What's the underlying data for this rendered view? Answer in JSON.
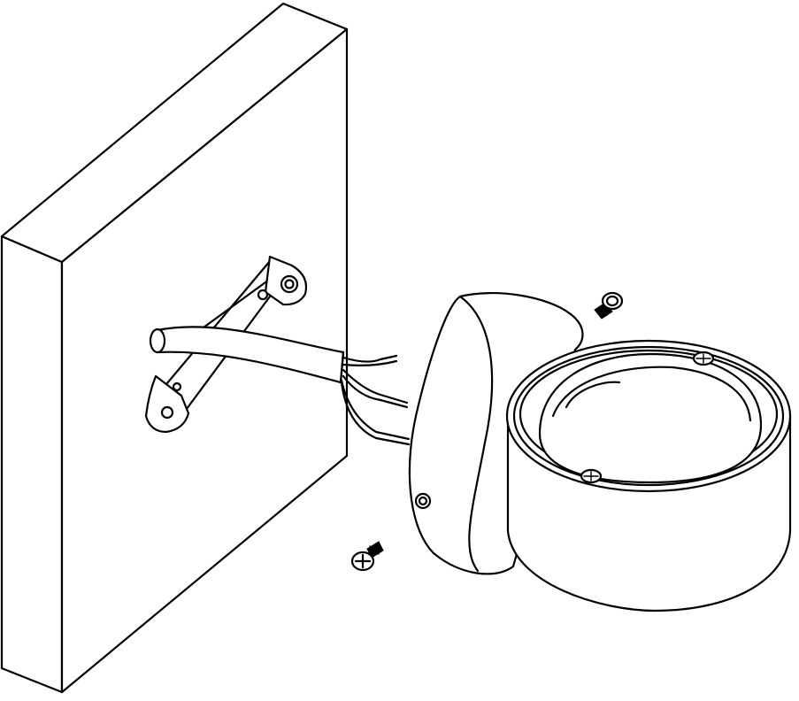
{
  "figure": {
    "kind": "installation-diagram",
    "stroke_color": "#000000",
    "background_color": "#ffffff",
    "parts": [
      "wall-block",
      "mounting-bracket",
      "power-cable",
      "fixing-screw",
      "lamp-base-plate",
      "lamp-head",
      "cover-screw"
    ]
  }
}
